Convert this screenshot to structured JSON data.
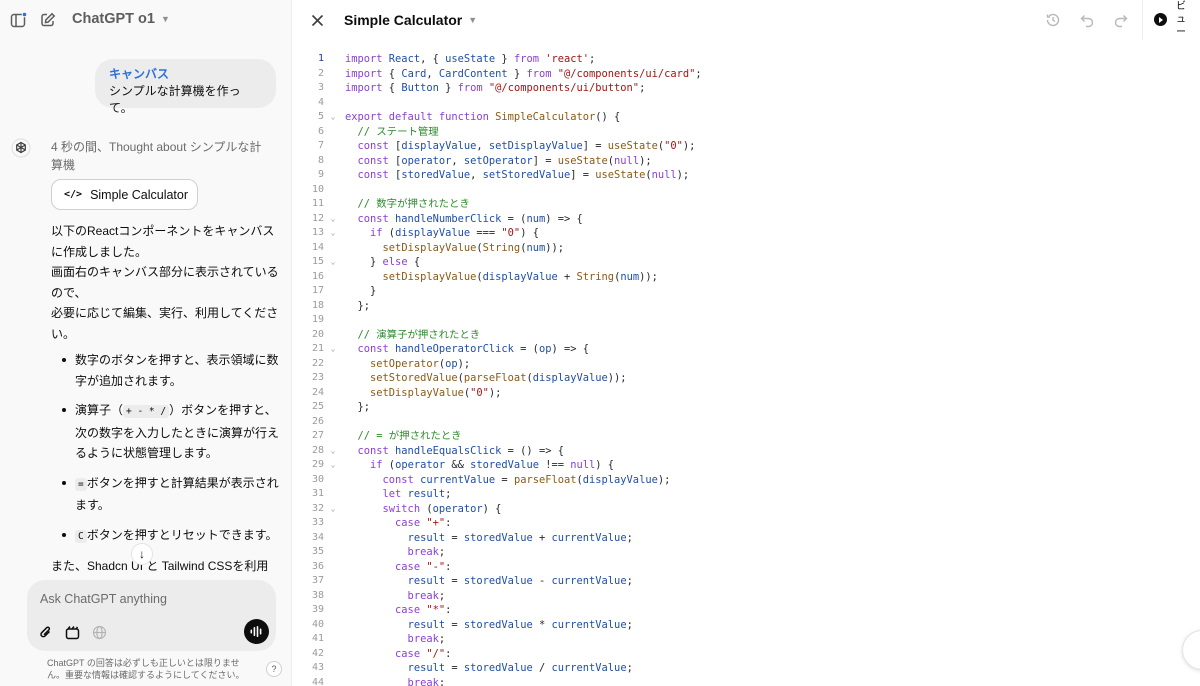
{
  "chat": {
    "model_name": "ChatGPT o1",
    "user_message": {
      "canvas_tag": "キャンバス",
      "text": "シンプルな計算機を作って。"
    },
    "thought_text": "4 秒の間、Thought about シンプルな計算機",
    "canvas_chip_label": "Simple Calculator",
    "response": {
      "intro": [
        "以下のReactコンポーネントをキャンバスに作成しました。",
        "画面右のキャンバス部分に表示されているので、",
        "必要に応じて編集、実行、利用してください。"
      ],
      "bullets": [
        {
          "before": "数字のボタンを押すと、表示領域に数字が追加されます。",
          "code": "",
          "after": ""
        },
        {
          "before": "演算子（",
          "code": "+ - * /",
          "after": "）ボタンを押すと、次の数字を入力したときに演算が行えるように状態管理します。"
        },
        {
          "before": "",
          "code": "=",
          "after": "ボタンを押すと計算結果が表示されます。"
        },
        {
          "before": "",
          "code": "C",
          "after": "ボタンを押すとリセットできます。"
        }
      ],
      "tail": "また、Shadcn UI と Tailwind CSSを利用しているので、"
    },
    "composer": {
      "placeholder": "Ask ChatGPT anything"
    },
    "disclaimer": "ChatGPT の回答は必ずしも正しいとは限りません。重要な情報は確認するようにしてください。",
    "help_label": "?"
  },
  "canvas": {
    "title": "Simple Calculator",
    "preview_label": "ビュー",
    "active_line": 1,
    "code_lines": [
      {
        "n": 1,
        "fold": false,
        "tokens": [
          [
            "keyword",
            "import "
          ],
          [
            "ident",
            "React"
          ],
          [
            "punct",
            ", { "
          ],
          [
            "ident",
            "useState"
          ],
          [
            "punct",
            " } "
          ],
          [
            "keyword",
            "from "
          ],
          [
            "string",
            "'react'"
          ],
          [
            "punct",
            ";"
          ]
        ]
      },
      {
        "n": 2,
        "fold": false,
        "tokens": [
          [
            "keyword",
            "import "
          ],
          [
            "punct",
            "{ "
          ],
          [
            "ident",
            "Card"
          ],
          [
            "punct",
            ", "
          ],
          [
            "ident",
            "CardContent"
          ],
          [
            "punct",
            " } "
          ],
          [
            "keyword",
            "from "
          ],
          [
            "string",
            "\"@/components/ui/card\""
          ],
          [
            "punct",
            ";"
          ]
        ]
      },
      {
        "n": 3,
        "fold": false,
        "tokens": [
          [
            "keyword",
            "import "
          ],
          [
            "punct",
            "{ "
          ],
          [
            "ident",
            "Button"
          ],
          [
            "punct",
            " } "
          ],
          [
            "keyword",
            "from "
          ],
          [
            "string",
            "\"@/components/ui/button\""
          ],
          [
            "punct",
            ";"
          ]
        ]
      },
      {
        "n": 4,
        "fold": false,
        "tokens": []
      },
      {
        "n": 5,
        "fold": true,
        "tokens": [
          [
            "keyword",
            "export default function "
          ],
          [
            "func",
            "SimpleCalculator"
          ],
          [
            "punct",
            "() {"
          ]
        ]
      },
      {
        "n": 6,
        "fold": false,
        "tokens": [
          [
            "punct",
            "  "
          ],
          [
            "comment",
            "// ステート管理"
          ]
        ]
      },
      {
        "n": 7,
        "fold": false,
        "tokens": [
          [
            "keyword",
            "  const "
          ],
          [
            "punct",
            "["
          ],
          [
            "ident",
            "displayValue"
          ],
          [
            "punct",
            ", "
          ],
          [
            "ident",
            "setDisplayValue"
          ],
          [
            "punct",
            "] = "
          ],
          [
            "func",
            "useState"
          ],
          [
            "punct",
            "("
          ],
          [
            "string",
            "\"0\""
          ],
          [
            "punct",
            ");"
          ]
        ]
      },
      {
        "n": 8,
        "fold": false,
        "tokens": [
          [
            "keyword",
            "  const "
          ],
          [
            "punct",
            "["
          ],
          [
            "ident",
            "operator"
          ],
          [
            "punct",
            ", "
          ],
          [
            "ident",
            "setOperator"
          ],
          [
            "punct",
            "] = "
          ],
          [
            "func",
            "useState"
          ],
          [
            "punct",
            "("
          ],
          [
            "keyword",
            "null"
          ],
          [
            "punct",
            ");"
          ]
        ]
      },
      {
        "n": 9,
        "fold": false,
        "tokens": [
          [
            "keyword",
            "  const "
          ],
          [
            "punct",
            "["
          ],
          [
            "ident",
            "storedValue"
          ],
          [
            "punct",
            ", "
          ],
          [
            "ident",
            "setStoredValue"
          ],
          [
            "punct",
            "] = "
          ],
          [
            "func",
            "useState"
          ],
          [
            "punct",
            "("
          ],
          [
            "keyword",
            "null"
          ],
          [
            "punct",
            ");"
          ]
        ]
      },
      {
        "n": 10,
        "fold": false,
        "tokens": []
      },
      {
        "n": 11,
        "fold": false,
        "tokens": [
          [
            "punct",
            "  "
          ],
          [
            "comment",
            "// 数字が押されたとき"
          ]
        ]
      },
      {
        "n": 12,
        "fold": true,
        "tokens": [
          [
            "keyword",
            "  const "
          ],
          [
            "ident",
            "handleNumberClick"
          ],
          [
            "punct",
            " = ("
          ],
          [
            "ident",
            "num"
          ],
          [
            "punct",
            ") => {"
          ]
        ]
      },
      {
        "n": 13,
        "fold": true,
        "tokens": [
          [
            "keyword",
            "    if "
          ],
          [
            "punct",
            "("
          ],
          [
            "ident",
            "displayValue"
          ],
          [
            "punct",
            " === "
          ],
          [
            "string",
            "\"0\""
          ],
          [
            "punct",
            ") {"
          ]
        ]
      },
      {
        "n": 14,
        "fold": false,
        "tokens": [
          [
            "punct",
            "      "
          ],
          [
            "func",
            "setDisplayValue"
          ],
          [
            "punct",
            "("
          ],
          [
            "func",
            "String"
          ],
          [
            "punct",
            "("
          ],
          [
            "ident",
            "num"
          ],
          [
            "punct",
            "));"
          ]
        ]
      },
      {
        "n": 15,
        "fold": true,
        "tokens": [
          [
            "punct",
            "    } "
          ],
          [
            "keyword",
            "else "
          ],
          [
            "punct",
            "{"
          ]
        ]
      },
      {
        "n": 16,
        "fold": false,
        "tokens": [
          [
            "punct",
            "      "
          ],
          [
            "func",
            "setDisplayValue"
          ],
          [
            "punct",
            "("
          ],
          [
            "ident",
            "displayValue"
          ],
          [
            "punct",
            " + "
          ],
          [
            "func",
            "String"
          ],
          [
            "punct",
            "("
          ],
          [
            "ident",
            "num"
          ],
          [
            "punct",
            "));"
          ]
        ]
      },
      {
        "n": 17,
        "fold": false,
        "tokens": [
          [
            "punct",
            "    }"
          ]
        ]
      },
      {
        "n": 18,
        "fold": false,
        "tokens": [
          [
            "punct",
            "  };"
          ]
        ]
      },
      {
        "n": 19,
        "fold": false,
        "tokens": []
      },
      {
        "n": 20,
        "fold": false,
        "tokens": [
          [
            "punct",
            "  "
          ],
          [
            "comment",
            "// 演算子が押されたとき"
          ]
        ]
      },
      {
        "n": 21,
        "fold": true,
        "tokens": [
          [
            "keyword",
            "  const "
          ],
          [
            "ident",
            "handleOperatorClick"
          ],
          [
            "punct",
            " = ("
          ],
          [
            "ident",
            "op"
          ],
          [
            "punct",
            ") => {"
          ]
        ]
      },
      {
        "n": 22,
        "fold": false,
        "tokens": [
          [
            "punct",
            "    "
          ],
          [
            "func",
            "setOperator"
          ],
          [
            "punct",
            "("
          ],
          [
            "ident",
            "op"
          ],
          [
            "punct",
            ");"
          ]
        ]
      },
      {
        "n": 23,
        "fold": false,
        "tokens": [
          [
            "punct",
            "    "
          ],
          [
            "func",
            "setStoredValue"
          ],
          [
            "punct",
            "("
          ],
          [
            "func",
            "parseFloat"
          ],
          [
            "punct",
            "("
          ],
          [
            "ident",
            "displayValue"
          ],
          [
            "punct",
            "));"
          ]
        ]
      },
      {
        "n": 24,
        "fold": false,
        "tokens": [
          [
            "punct",
            "    "
          ],
          [
            "func",
            "setDisplayValue"
          ],
          [
            "punct",
            "("
          ],
          [
            "string",
            "\"0\""
          ],
          [
            "punct",
            ");"
          ]
        ]
      },
      {
        "n": 25,
        "fold": false,
        "tokens": [
          [
            "punct",
            "  };"
          ]
        ]
      },
      {
        "n": 26,
        "fold": false,
        "tokens": []
      },
      {
        "n": 27,
        "fold": false,
        "tokens": [
          [
            "punct",
            "  "
          ],
          [
            "comment",
            "// = が押されたとき"
          ]
        ]
      },
      {
        "n": 28,
        "fold": true,
        "tokens": [
          [
            "keyword",
            "  const "
          ],
          [
            "ident",
            "handleEqualsClick"
          ],
          [
            "punct",
            " = () => {"
          ]
        ]
      },
      {
        "n": 29,
        "fold": true,
        "tokens": [
          [
            "keyword",
            "    if "
          ],
          [
            "punct",
            "("
          ],
          [
            "ident",
            "operator"
          ],
          [
            "punct",
            " && "
          ],
          [
            "ident",
            "storedValue"
          ],
          [
            "punct",
            " !== "
          ],
          [
            "keyword",
            "null"
          ],
          [
            "punct",
            ") {"
          ]
        ]
      },
      {
        "n": 30,
        "fold": false,
        "tokens": [
          [
            "keyword",
            "      const "
          ],
          [
            "ident",
            "currentValue"
          ],
          [
            "punct",
            " = "
          ],
          [
            "func",
            "parseFloat"
          ],
          [
            "punct",
            "("
          ],
          [
            "ident",
            "displayValue"
          ],
          [
            "punct",
            ");"
          ]
        ]
      },
      {
        "n": 31,
        "fold": false,
        "tokens": [
          [
            "keyword",
            "      let "
          ],
          [
            "ident",
            "result"
          ],
          [
            "punct",
            ";"
          ]
        ]
      },
      {
        "n": 32,
        "fold": true,
        "tokens": [
          [
            "keyword",
            "      switch "
          ],
          [
            "punct",
            "("
          ],
          [
            "ident",
            "operator"
          ],
          [
            "punct",
            ") {"
          ]
        ]
      },
      {
        "n": 33,
        "fold": false,
        "tokens": [
          [
            "keyword",
            "        case "
          ],
          [
            "string",
            "\"+\""
          ],
          [
            "punct",
            ":"
          ]
        ]
      },
      {
        "n": 34,
        "fold": false,
        "tokens": [
          [
            "punct",
            "          "
          ],
          [
            "ident",
            "result"
          ],
          [
            "punct",
            " = "
          ],
          [
            "ident",
            "storedValue"
          ],
          [
            "punct",
            " + "
          ],
          [
            "ident",
            "currentValue"
          ],
          [
            "punct",
            ";"
          ]
        ]
      },
      {
        "n": 35,
        "fold": false,
        "tokens": [
          [
            "keyword",
            "          break"
          ],
          [
            "punct",
            ";"
          ]
        ]
      },
      {
        "n": 36,
        "fold": false,
        "tokens": [
          [
            "keyword",
            "        case "
          ],
          [
            "string",
            "\"-\""
          ],
          [
            "punct",
            ":"
          ]
        ]
      },
      {
        "n": 37,
        "fold": false,
        "tokens": [
          [
            "punct",
            "          "
          ],
          [
            "ident",
            "result"
          ],
          [
            "punct",
            " = "
          ],
          [
            "ident",
            "storedValue"
          ],
          [
            "punct",
            " - "
          ],
          [
            "ident",
            "currentValue"
          ],
          [
            "punct",
            ";"
          ]
        ]
      },
      {
        "n": 38,
        "fold": false,
        "tokens": [
          [
            "keyword",
            "          break"
          ],
          [
            "punct",
            ";"
          ]
        ]
      },
      {
        "n": 39,
        "fold": false,
        "tokens": [
          [
            "keyword",
            "        case "
          ],
          [
            "string",
            "\"*\""
          ],
          [
            "punct",
            ":"
          ]
        ]
      },
      {
        "n": 40,
        "fold": false,
        "tokens": [
          [
            "punct",
            "          "
          ],
          [
            "ident",
            "result"
          ],
          [
            "punct",
            " = "
          ],
          [
            "ident",
            "storedValue"
          ],
          [
            "punct",
            " * "
          ],
          [
            "ident",
            "currentValue"
          ],
          [
            "punct",
            ";"
          ]
        ]
      },
      {
        "n": 41,
        "fold": false,
        "tokens": [
          [
            "keyword",
            "          break"
          ],
          [
            "punct",
            ";"
          ]
        ]
      },
      {
        "n": 42,
        "fold": false,
        "tokens": [
          [
            "keyword",
            "        case "
          ],
          [
            "string",
            "\"/\""
          ],
          [
            "punct",
            ":"
          ]
        ]
      },
      {
        "n": 43,
        "fold": false,
        "tokens": [
          [
            "punct",
            "          "
          ],
          [
            "ident",
            "result"
          ],
          [
            "punct",
            " = "
          ],
          [
            "ident",
            "storedValue"
          ],
          [
            "punct",
            " / "
          ],
          [
            "ident",
            "currentValue"
          ],
          [
            "punct",
            ";"
          ]
        ]
      },
      {
        "n": 44,
        "fold": false,
        "tokens": [
          [
            "keyword",
            "          break"
          ],
          [
            "punct",
            ";"
          ]
        ]
      }
    ]
  },
  "icons": {
    "sidebar_toggle": "sidebar-icon",
    "new_chat": "compose-icon",
    "assistant": "openai-logo-icon",
    "close": "close-icon",
    "history": "history-icon",
    "undo": "undo-icon",
    "redo": "redo-icon",
    "play": "play-icon",
    "attach": "paperclip-icon",
    "canvas_tool": "canvas-tool-icon",
    "globe": "globe-icon",
    "voice": "voice-waveform-icon",
    "scroll_down": "arrow-down-icon"
  },
  "colors": {
    "canvas_tag": "#2f6fdc",
    "keyword": "#8a3fd6",
    "identifier": "#1f4ea8",
    "function": "#8a5a14",
    "string": "#a31515",
    "comment": "#2e8b2e",
    "notification_dot": "#2f6fdc"
  }
}
